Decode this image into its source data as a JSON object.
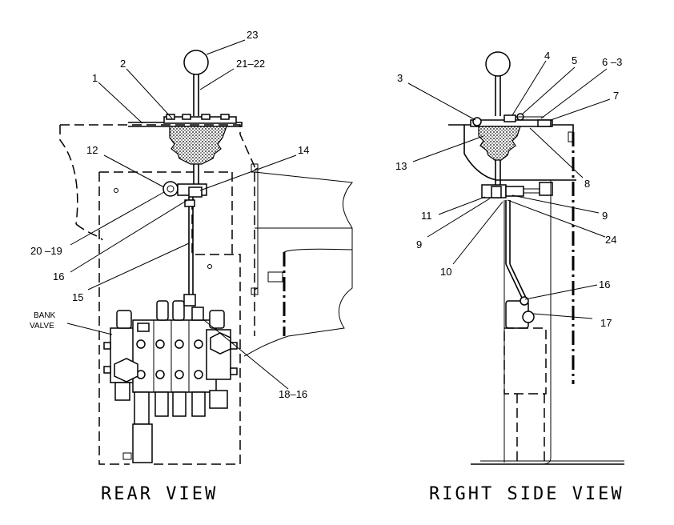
{
  "views": {
    "rear": {
      "title": "REAR VIEW"
    },
    "side": {
      "title": "RIGHT SIDE VIEW"
    }
  },
  "rear_callouts": {
    "c23": "23",
    "c2": "2",
    "c21_22": "21–22",
    "c1": "1",
    "c12": "12",
    "c14": "14",
    "c20_19": "20 –19",
    "c16": "16",
    "c15": "15",
    "c18_16": "18–16",
    "bank_line1": "BANK",
    "bank_line2": "VALVE"
  },
  "side_callouts": {
    "c3": "3",
    "c4": "4",
    "c5": "5",
    "c6_3": "6 –3",
    "c7": "7",
    "c13": "13",
    "c8": "8",
    "c11": "11",
    "c9a": "9",
    "c9b": "9",
    "c24": "24",
    "c10": "10",
    "c16": "16",
    "c17": "17"
  }
}
